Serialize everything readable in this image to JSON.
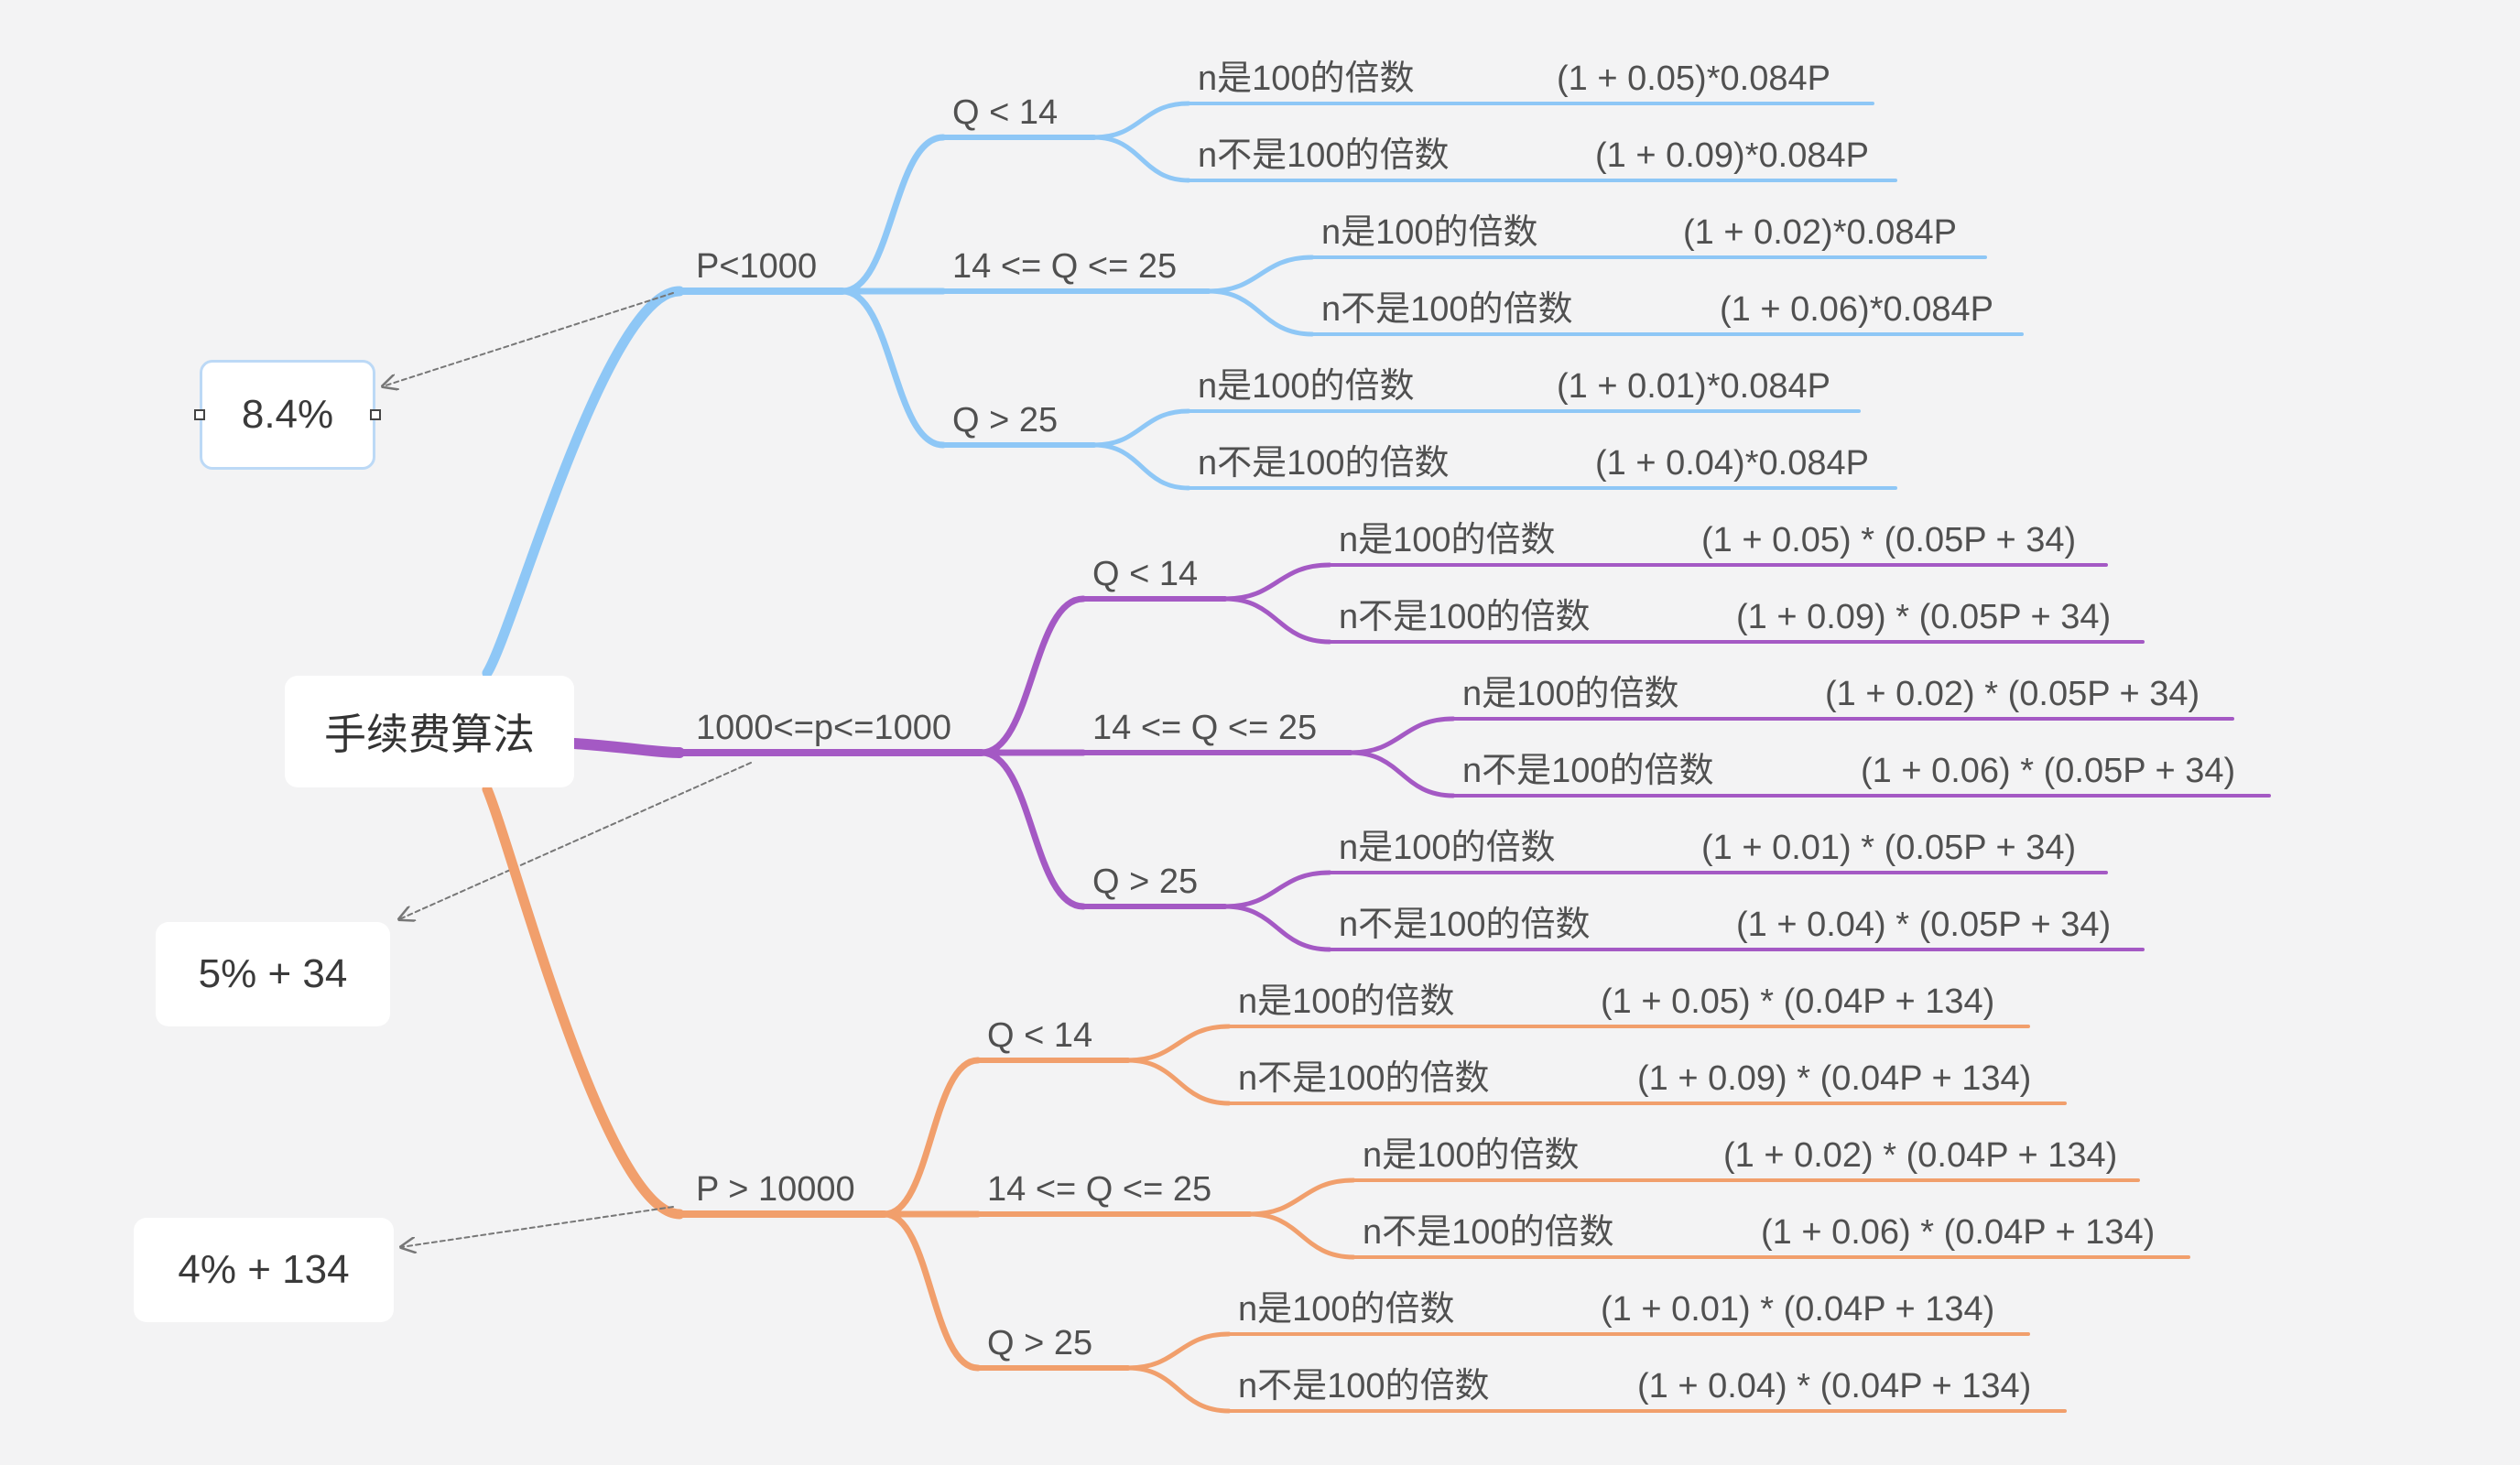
{
  "root": "手续费算法",
  "colors": {
    "blue": "#8ec7f6",
    "purple": "#a459c4",
    "orange": "#f19f6c",
    "dashed": "#777777"
  },
  "summaries": [
    "8.4%",
    "5% + 34",
    "4% + 134"
  ],
  "selected_summary": "8.4%",
  "branches": [
    {
      "label": "P<1000",
      "color": "blue",
      "conditions": [
        {
          "label": "Q < 14",
          "leaves": [
            {
              "label": "n是100的倍数",
              "formula": "(1 + 0.05)*0.084P"
            },
            {
              "label": "n不是100的倍数",
              "formula": "(1 + 0.09)*0.084P"
            }
          ]
        },
        {
          "label": "14 <= Q <= 25",
          "leaves": [
            {
              "label": "n是100的倍数",
              "formula": "(1 + 0.02)*0.084P"
            },
            {
              "label": "n不是100的倍数",
              "formula": "(1 + 0.06)*0.084P"
            }
          ]
        },
        {
          "label": "Q > 25",
          "leaves": [
            {
              "label": "n是100的倍数",
              "formula": "(1 + 0.01)*0.084P"
            },
            {
              "label": "n不是100的倍数",
              "formula": "(1 + 0.04)*0.084P"
            }
          ]
        }
      ]
    },
    {
      "label": "1000<=p<=1000",
      "color": "purple",
      "conditions": [
        {
          "label": "Q < 14",
          "leaves": [
            {
              "label": "n是100的倍数",
              "formula": "(1 + 0.05) * (0.05P + 34)"
            },
            {
              "label": "n不是100的倍数",
              "formula": "(1 + 0.09) * (0.05P + 34)"
            }
          ]
        },
        {
          "label": "14 <= Q <= 25",
          "leaves": [
            {
              "label": "n是100的倍数",
              "formula": "(1 + 0.02) * (0.05P + 34)"
            },
            {
              "label": "n不是100的倍数",
              "formula": "(1 + 0.06) * (0.05P + 34)"
            }
          ]
        },
        {
          "label": "Q > 25",
          "leaves": [
            {
              "label": "n是100的倍数",
              "formula": "(1 + 0.01) * (0.05P + 34)"
            },
            {
              "label": "n不是100的倍数",
              "formula": "(1 + 0.04) * (0.05P + 34)"
            }
          ]
        }
      ]
    },
    {
      "label": "P > 10000",
      "color": "orange",
      "conditions": [
        {
          "label": "Q < 14",
          "leaves": [
            {
              "label": "n是100的倍数",
              "formula": "(1 + 0.05) * (0.04P + 134)"
            },
            {
              "label": "n不是100的倍数",
              "formula": "(1 + 0.09) * (0.04P + 134)"
            }
          ]
        },
        {
          "label": "14 <= Q <= 25",
          "leaves": [
            {
              "label": "n是100的倍数",
              "formula": "(1 + 0.02) * (0.04P + 134)"
            },
            {
              "label": "n不是100的倍数",
              "formula": "(1 + 0.06) * (0.04P + 134)"
            }
          ]
        },
        {
          "label": "Q > 25",
          "leaves": [
            {
              "label": "n是100的倍数",
              "formula": "(1 + 0.01) * (0.04P + 134)"
            },
            {
              "label": "n不是100的倍数",
              "formula": "(1 + 0.04) * (0.04P + 134)"
            }
          ]
        }
      ]
    }
  ]
}
